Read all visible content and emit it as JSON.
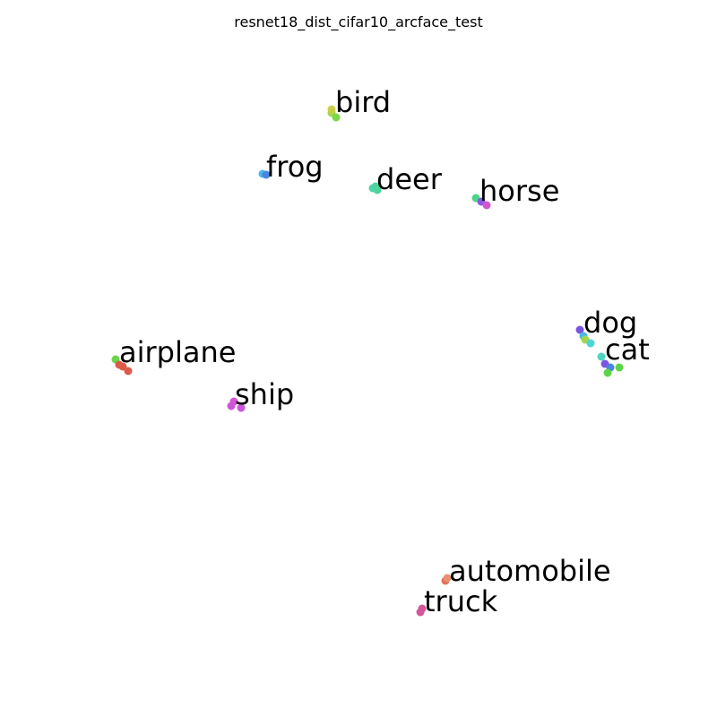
{
  "chart_data": {
    "type": "scatter",
    "title": "resnet18_dist_cifar10_arcface_test",
    "xlabel": "",
    "ylabel": "",
    "axes_visible": false,
    "grid": false,
    "legend": "none",
    "xlim": [
      0,
      1
    ],
    "ylim": [
      0,
      1
    ],
    "clusters": [
      {
        "label": "bird",
        "color": "#a4d64b",
        "points": [
          {
            "x": 0.4625,
            "y": 0.8425,
            "color": "#a4d64b"
          },
          {
            "x": 0.4625,
            "y": 0.8475,
            "color": "#c8d04a"
          },
          {
            "x": 0.4688,
            "y": 0.8363,
            "color": "#7ad94b"
          }
        ]
      },
      {
        "label": "frog",
        "color": "#4ab8e6",
        "points": [
          {
            "x": 0.3663,
            "y": 0.7575,
            "color": "#4ab8e6"
          },
          {
            "x": 0.3713,
            "y": 0.7563,
            "color": "#4a85e0"
          }
        ]
      },
      {
        "label": "deer",
        "color": "#4cd49a",
        "points": [
          {
            "x": 0.5238,
            "y": 0.74,
            "color": "#4cd49a"
          },
          {
            "x": 0.5263,
            "y": 0.735,
            "color": "#4cd49a"
          },
          {
            "x": 0.52,
            "y": 0.7375,
            "color": "#4cd4a8"
          }
        ]
      },
      {
        "label": "horse",
        "color": "#d455d4",
        "points": [
          {
            "x": 0.6638,
            "y": 0.7238,
            "color": "#4cd48a"
          },
          {
            "x": 0.6713,
            "y": 0.7188,
            "color": "#8a5ae0"
          },
          {
            "x": 0.6788,
            "y": 0.7138,
            "color": "#d455d4"
          }
        ]
      },
      {
        "label": "dog",
        "color": "#7a55e0",
        "points": [
          {
            "x": 0.8088,
            "y": 0.54,
            "color": "#7a55e0"
          },
          {
            "x": 0.8138,
            "y": 0.5313,
            "color": "#4ab8e6"
          },
          {
            "x": 0.8163,
            "y": 0.5263,
            "color": "#a4d64b"
          },
          {
            "x": 0.8238,
            "y": 0.5213,
            "color": "#4ad6d6"
          }
        ]
      },
      {
        "label": "cat",
        "color": "#5cd44a",
        "points": [
          {
            "x": 0.8388,
            "y": 0.5025,
            "color": "#4ad6c0"
          },
          {
            "x": 0.8438,
            "y": 0.4925,
            "color": "#7a55e0"
          },
          {
            "x": 0.8513,
            "y": 0.4875,
            "color": "#4a85e0"
          },
          {
            "x": 0.8638,
            "y": 0.4875,
            "color": "#5cd44a"
          },
          {
            "x": 0.8475,
            "y": 0.48,
            "color": "#5cd44a"
          }
        ]
      },
      {
        "label": "airplane",
        "color": "#dc5a4a",
        "points": [
          {
            "x": 0.1613,
            "y": 0.4988,
            "color": "#6cd44a"
          },
          {
            "x": 0.1663,
            "y": 0.4913,
            "color": "#dc5a4a"
          },
          {
            "x": 0.1713,
            "y": 0.4888,
            "color": "#dc5a4a"
          },
          {
            "x": 0.1788,
            "y": 0.4825,
            "color": "#dc5a4a"
          }
        ]
      },
      {
        "label": "ship",
        "color": "#cc55dc",
        "points": [
          {
            "x": 0.3225,
            "y": 0.4338,
            "color": "#cc55dc"
          },
          {
            "x": 0.3263,
            "y": 0.44,
            "color": "#d455d4"
          },
          {
            "x": 0.3363,
            "y": 0.4313,
            "color": "#cc55dc"
          }
        ]
      },
      {
        "label": "automobile",
        "color": "#e0705a",
        "points": [
          {
            "x": 0.6213,
            "y": 0.19,
            "color": "#e0705a"
          },
          {
            "x": 0.6238,
            "y": 0.1938,
            "color": "#e89070"
          }
        ]
      },
      {
        "label": "truck",
        "color": "#d4559a",
        "points": [
          {
            "x": 0.5863,
            "y": 0.1463,
            "color": "#d4559a"
          },
          {
            "x": 0.5888,
            "y": 0.1513,
            "color": "#d4559a"
          }
        ]
      }
    ]
  }
}
